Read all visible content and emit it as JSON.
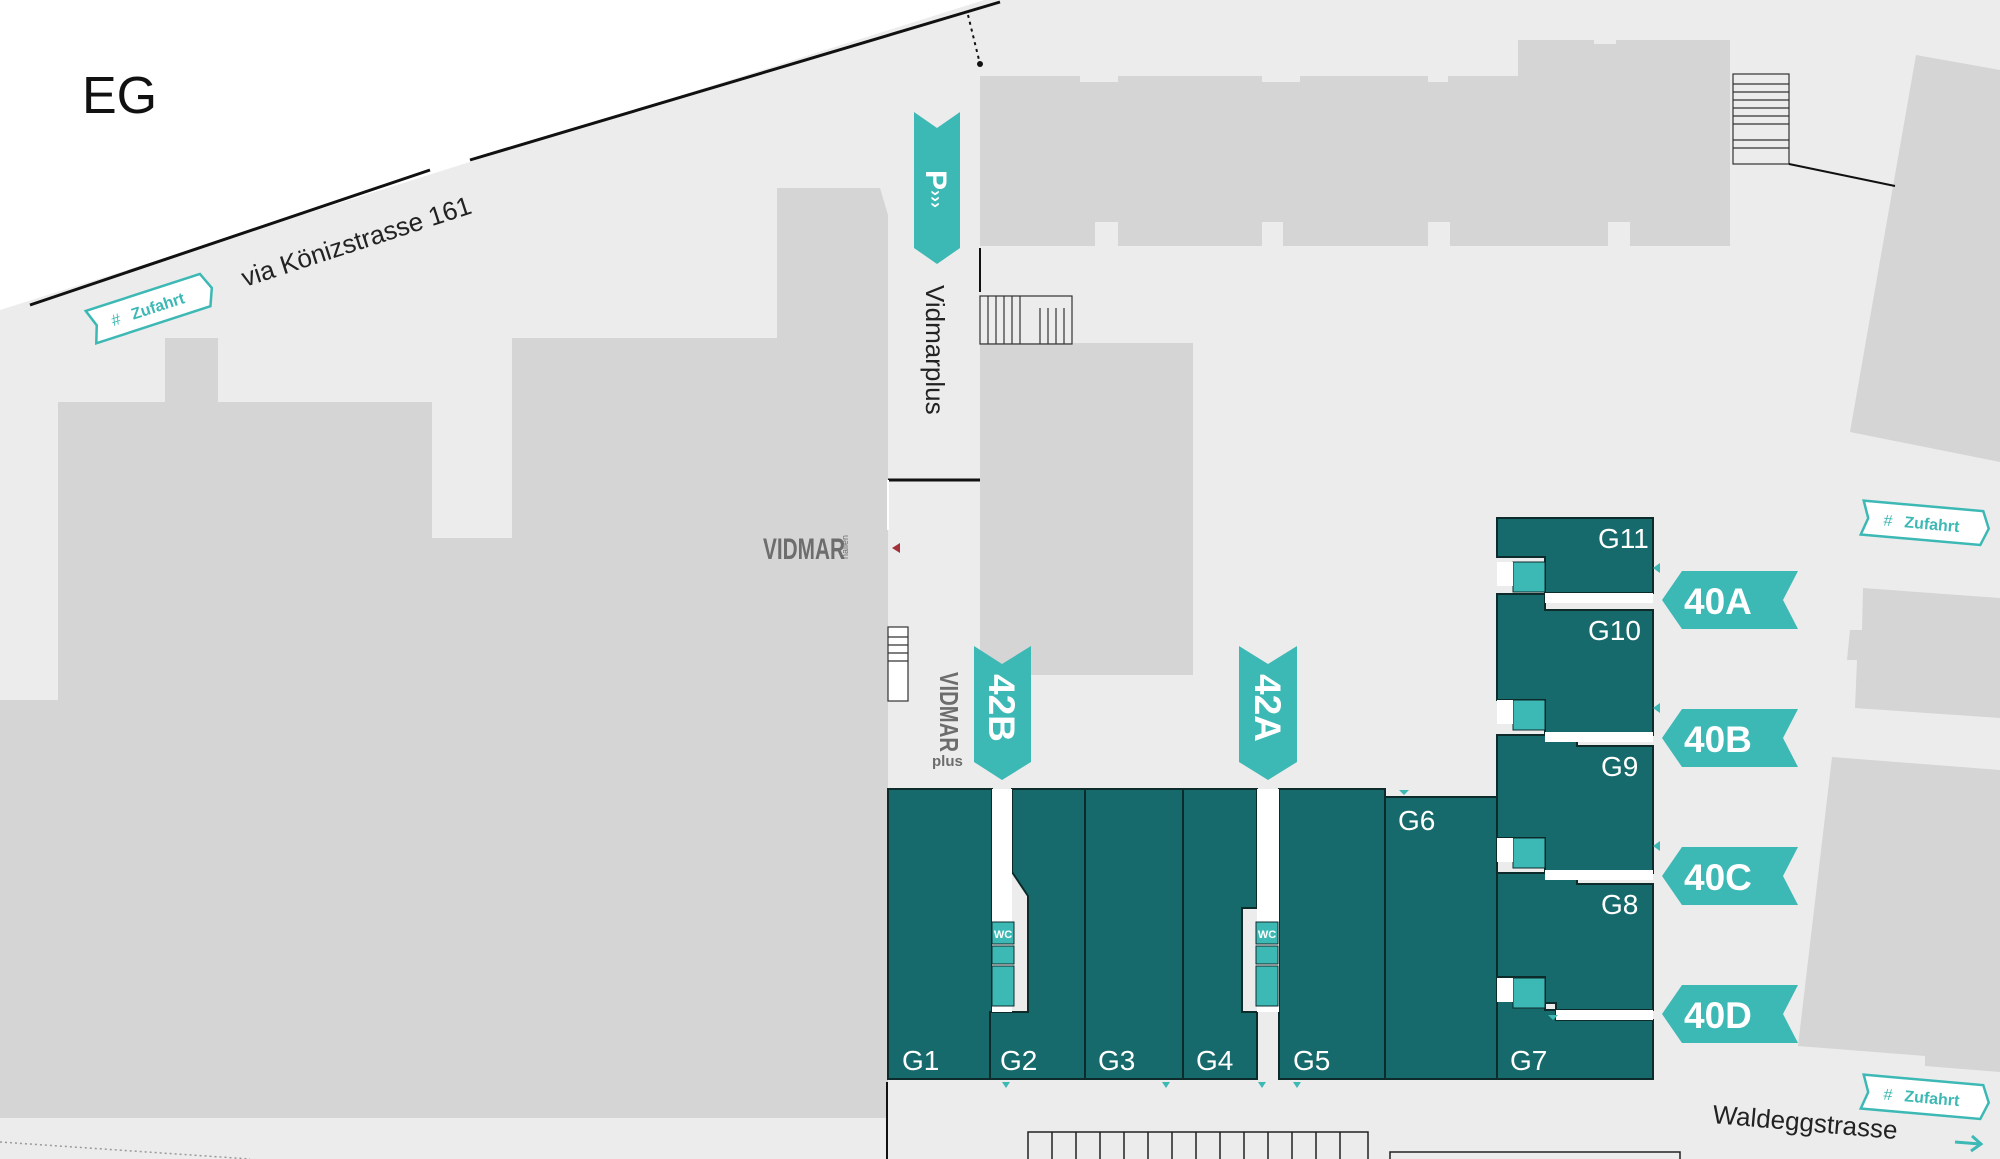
{
  "floor_label": "EG",
  "streets": {
    "north": "via Könizstrasse 161",
    "lane": "Vidmarplus",
    "south": "Waldeggstrasse"
  },
  "access_signs": [
    "Zufahrt",
    "Zufahrt",
    "Zufahrt"
  ],
  "parking_sign": "P",
  "logos": {
    "hallen": {
      "word": "VIDMAR",
      "sub": "hallen"
    },
    "plus": {
      "word": "VIDMAR",
      "sub": "plus"
    }
  },
  "entrances": [
    "42B",
    "42A",
    "40A",
    "40B",
    "40C",
    "40D"
  ],
  "units": [
    "G1",
    "G2",
    "G3",
    "G4",
    "G5",
    "G6",
    "G7",
    "G8",
    "G9",
    "G10",
    "G11"
  ],
  "wc_labels": [
    "WC",
    "WC"
  ],
  "colors": {
    "background": "#ffffff",
    "ground": "#ececec",
    "building": "#d5d5d5",
    "unit_fill": "#176a6b",
    "accent": "#3cb8b5",
    "text": "#222222",
    "logo_red": "#a3313b",
    "logo_grey": "#6d6d6d"
  }
}
